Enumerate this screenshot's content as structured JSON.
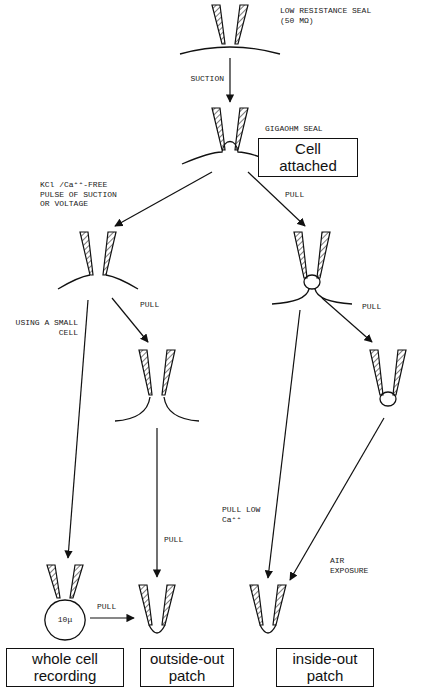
{
  "diagram": {
    "nodes": [
      {
        "text": [
          "Cell attached"
        ]
      },
      {
        "text": [
          "whole cell recording"
        ]
      },
      {
        "text": [
          "outside-out patch"
        ]
      },
      {
        "text": [
          "inside-out patch"
        ]
      }
    ],
    "labels": [
      "LOW RESISTANCE SEAL (50 MΩ)",
      "SUCTION",
      "GIGAOHM SEAL",
      "KCl /Ca⁺⁺-FREE PULSE OF SUCTION OR VOLTAGE",
      "PULL",
      "USING A SMALL CELL",
      "PULL",
      "PULL",
      "PULL LOW Ca⁺⁺",
      "PULL",
      "AIR EXPOSURE",
      "PULL",
      "10μ"
    ]
  }
}
